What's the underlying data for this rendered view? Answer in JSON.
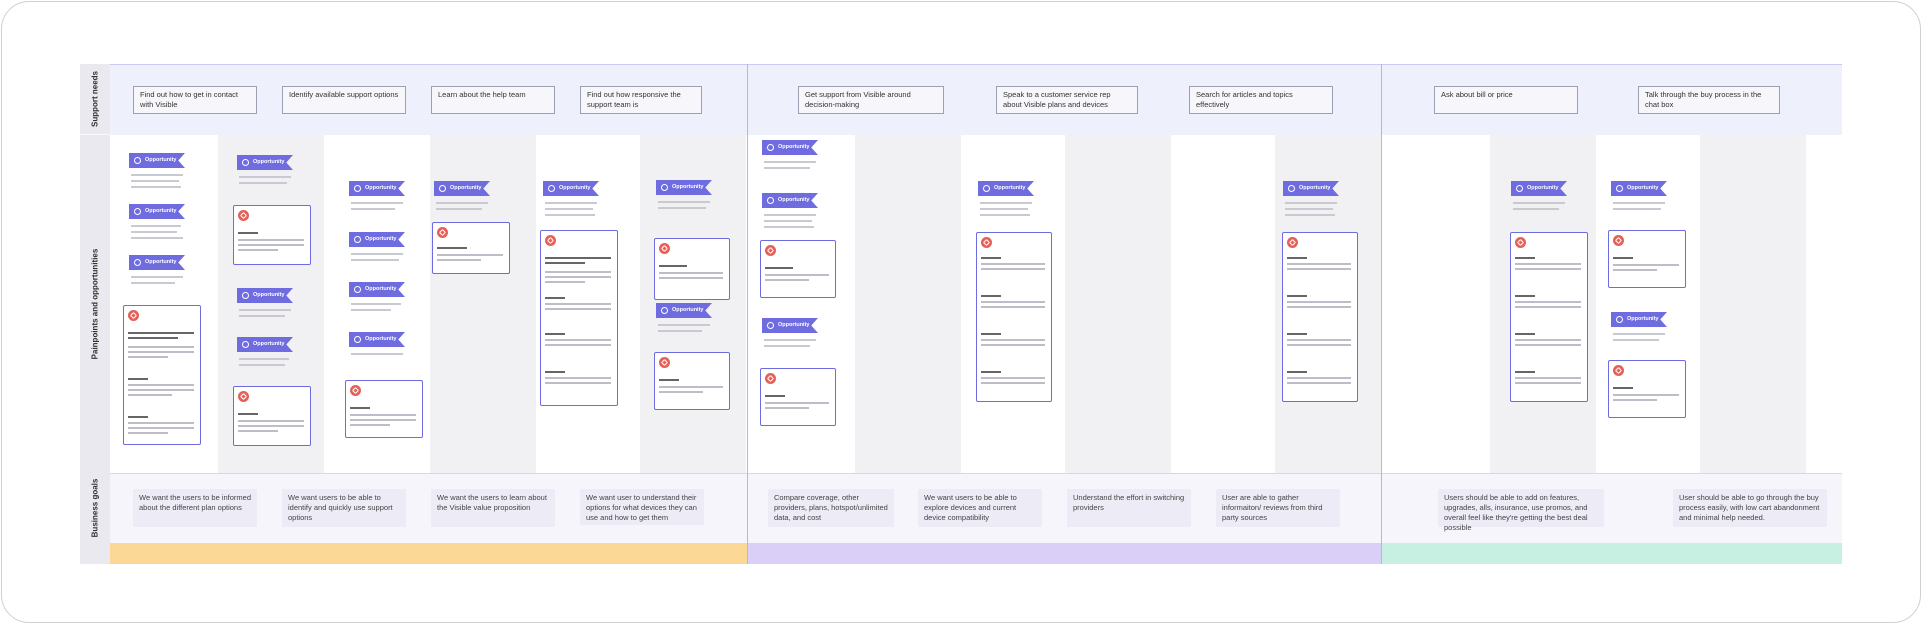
{
  "rows": {
    "support_needs": "Support needs",
    "pain_points": "Painpoints and opportunities",
    "business_goals": "Business goals"
  },
  "needs": [
    "Find out how to get in contact with Visible",
    "Identify available support options",
    "Learn about the help team",
    "Find out how responsive the support team is",
    "Get support from Visible around decision-making",
    "Speak to a customer service rep about Visible plans and devices",
    "Search for articles and topics effectively",
    "Ask about bill or price",
    "Talk through the buy process in the chat box"
  ],
  "goals": [
    "We want the users to be informed about the different plan options",
    "We want users to be able to identify and quickly use support options",
    "We want the users to learn about the Visible value proposition",
    "We want user to understand their options for what devices they can use and how to get them",
    "Compare coverage, other providers, plans, hotspot/unlimited data, and cost",
    "We want users to be able to explore devices and current device compatibility",
    "Understand the effort in switching providers",
    "User are able to gather informaiton/ reviews from third party sources",
    "Users should be able to add on features, upgrades, alls, insurance, use promos, and overall feel like they're getting the best deal possible",
    "User should be able to go through the buy process easily, with low cart abandonment and minimal help needed."
  ],
  "opportunity_label": "Opportunity",
  "colors": {
    "accent": "#6f6ce0",
    "pain_icon": "#e46158",
    "phase1": "#fbd896",
    "phase2": "#d9cff7",
    "phase3": "#c7efe2"
  }
}
